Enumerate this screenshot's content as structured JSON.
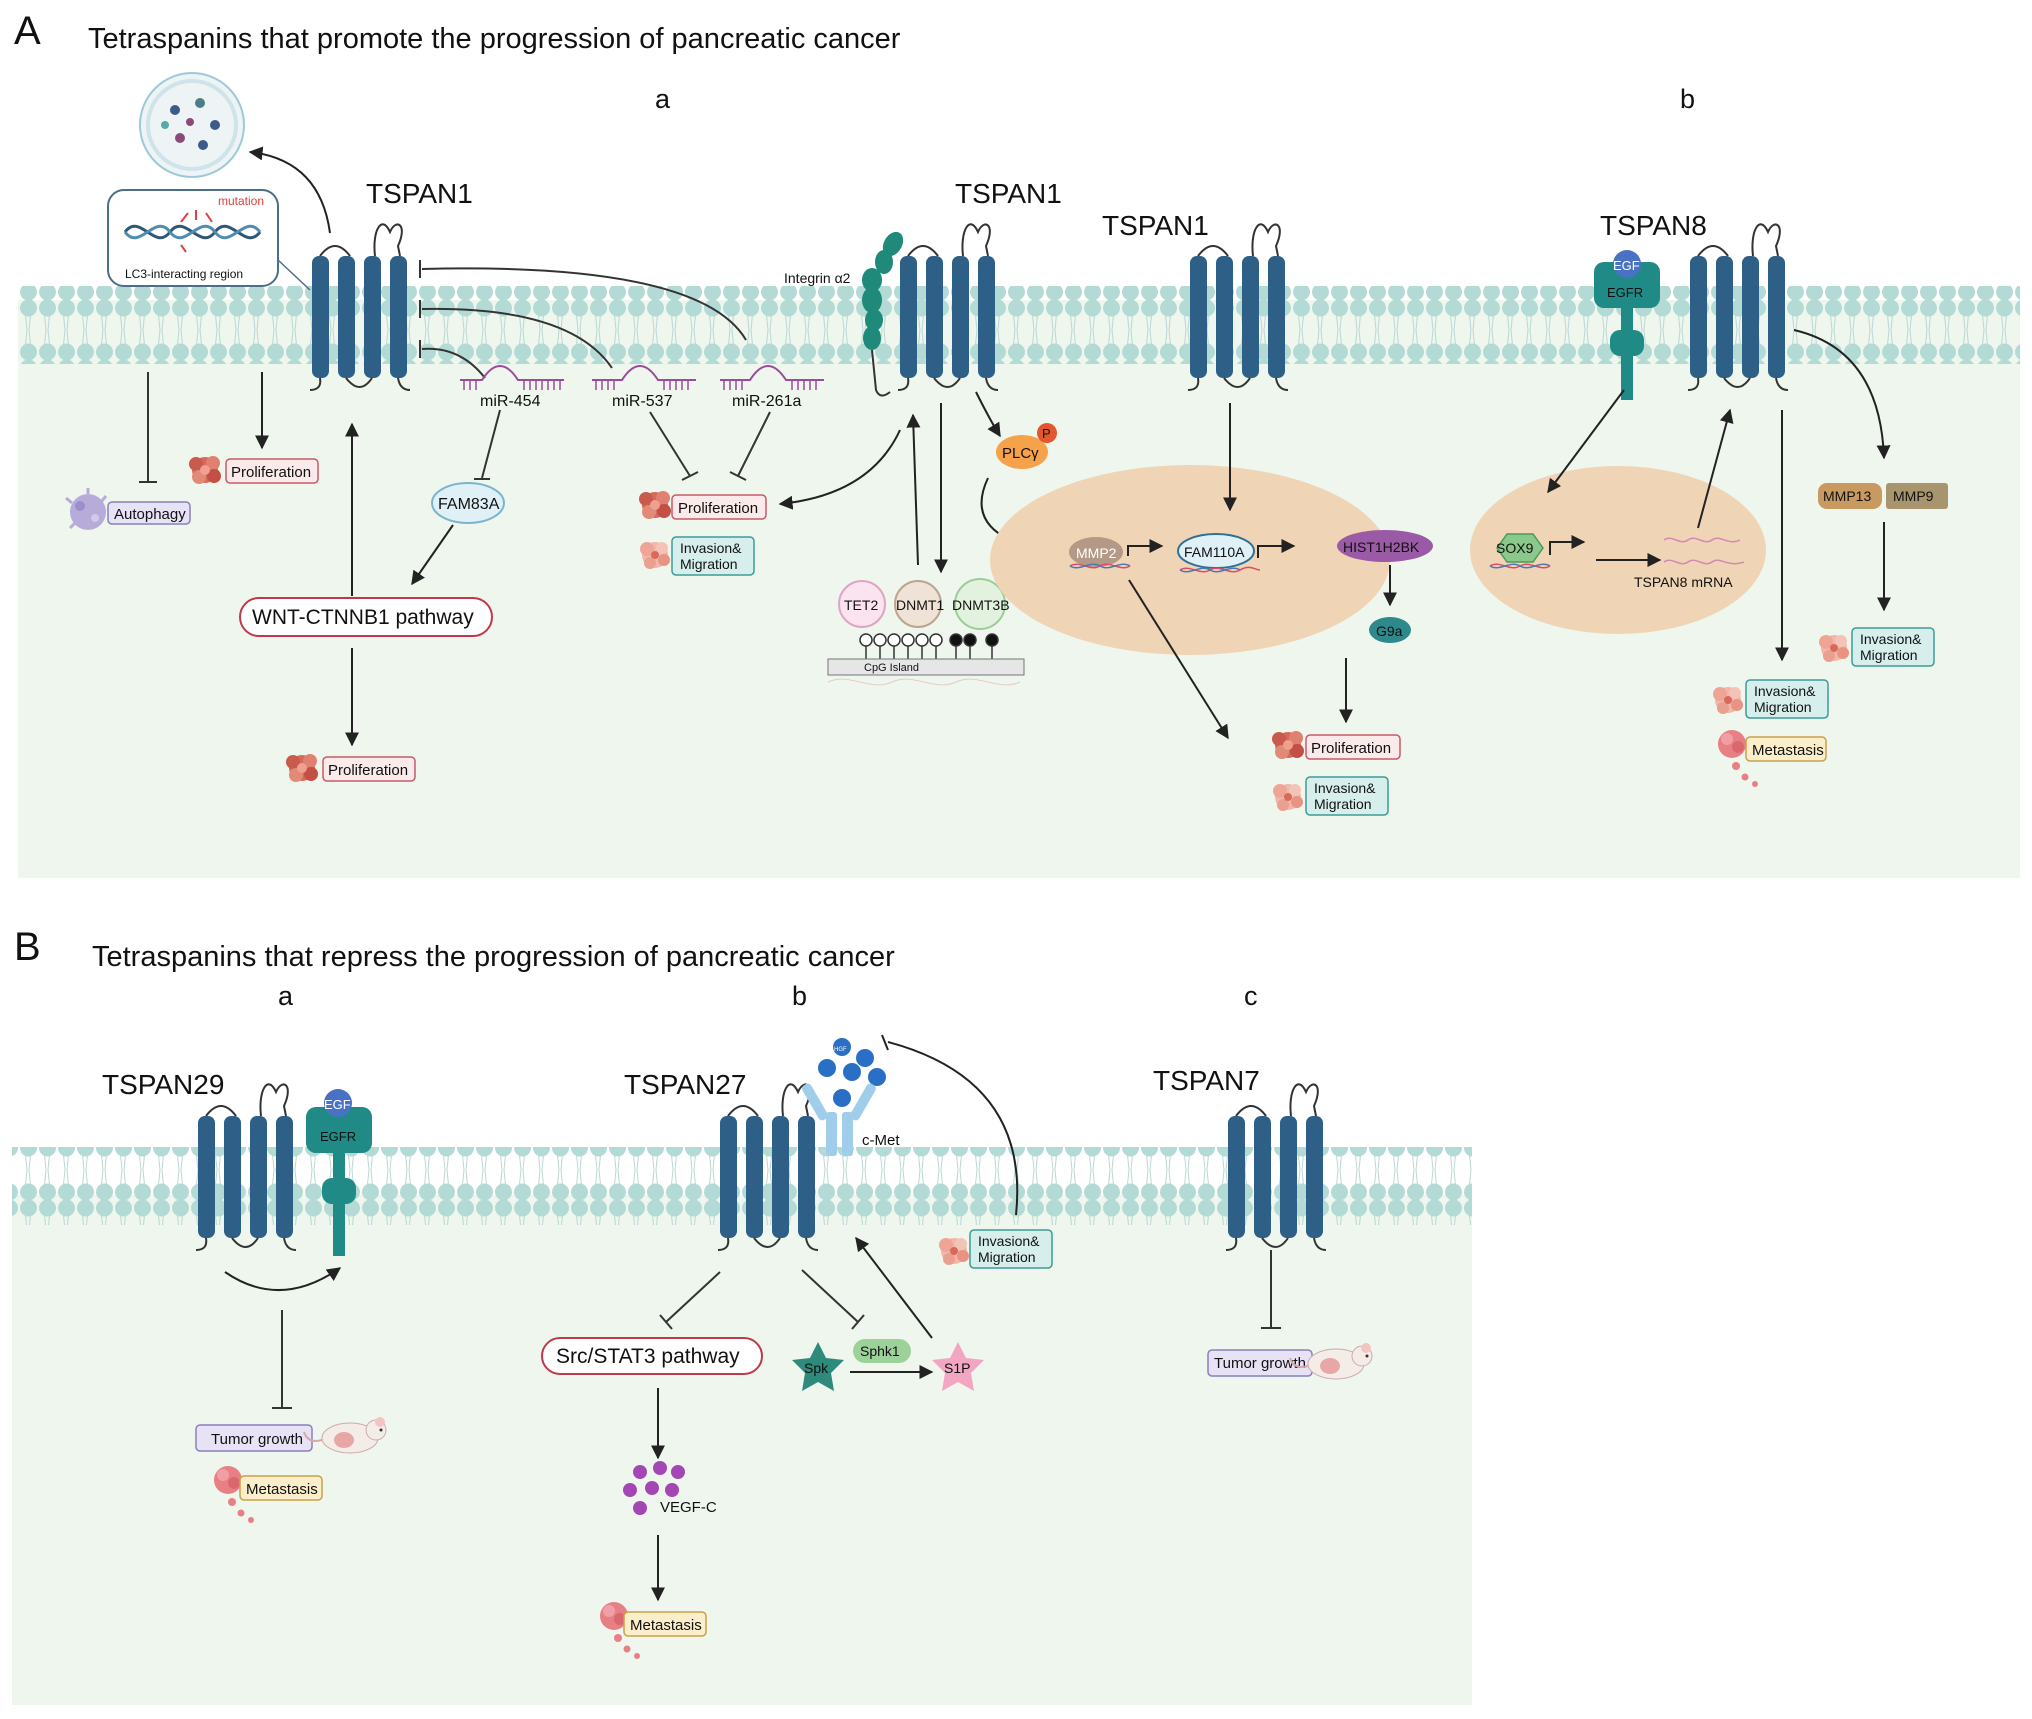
{
  "panel_a": {
    "letter": "A",
    "title": "Tetraspanins that promote the progression of pancreatic cancer",
    "sub_a": "a",
    "sub_b": "b",
    "tspan1_left": "TSPAN1",
    "tspan1_mid": "TSPAN1",
    "tspan1_right": "TSPAN1",
    "tspan8": "TSPAN8",
    "mutation": "mutation",
    "lc3": "LC3-interacting region",
    "mir454": "miR-454",
    "mir537": "miR-537",
    "mir261a": "miR-261a",
    "integrin": "Integrin α2",
    "autophagy": "Autophagy",
    "prolif_1": "Proliferation",
    "prolif_2": "Proliferation",
    "prolif_3": "Proliferation",
    "prolif_4": "Proliferation",
    "fam83a": "FAM83A",
    "wnt": "WNT-CTNNB1 pathway",
    "invmig_1": "Invasion& Migration",
    "invmig_2": "Invasion& Migration",
    "invmig_3": "Invasion& Migration",
    "invmig_4": "Invasion& Migration",
    "plcy": "PLCγ",
    "p": "P",
    "tet2": "TET2",
    "dnmt1": "DNMT1",
    "dnmt3b": "DNMT3B",
    "cpg": "CpG Island",
    "mmp2": "MMP2",
    "fam110a": "FAM110A",
    "hist": "HIST1H2BK",
    "g9a": "G9a",
    "egf": "EGF",
    "egfr": "EGFR",
    "sox9": "SOX9",
    "tspan8_mrna": "TSPAN8 mRNA",
    "mmp13": "MMP13",
    "mmp9": "MMP9",
    "metastasis": "Metastasis"
  },
  "panel_b": {
    "letter": "B",
    "title": "Tetraspanins that repress the progression of pancreatic cancer",
    "sub_a": "a",
    "sub_b": "b",
    "sub_c": "c",
    "tspan29": "TSPAN29",
    "tspan27": "TSPAN27",
    "tspan7": "TSPAN7",
    "egf": "EGF",
    "egfr": "EGFR",
    "tumor_growth_1": "Tumor growth",
    "tumor_growth_2": "Tumor growth",
    "metastasis_1": "Metastasis",
    "metastasis_2": "Metastasis",
    "hgf": "HGF",
    "cmet": "c-Met",
    "invmig": "Invasion& Migration",
    "srcstat3": "Src/STAT3 pathway",
    "spk": "Spk",
    "sphk1": "Sphk1",
    "s1p": "S1P",
    "vegfc": "VEGF-C"
  },
  "colors": {
    "membrane": "#b7dcd8",
    "cytoplasm": "#eef6ee",
    "receptor": "#2e5f86",
    "egfr": "#1f8a86",
    "nucleus": "#f0d4b6",
    "pink_box": "#fbeaea",
    "teal_box": "#d7efec",
    "purple_box": "#e7e2f6",
    "yellow_box": "#fbeecb"
  }
}
